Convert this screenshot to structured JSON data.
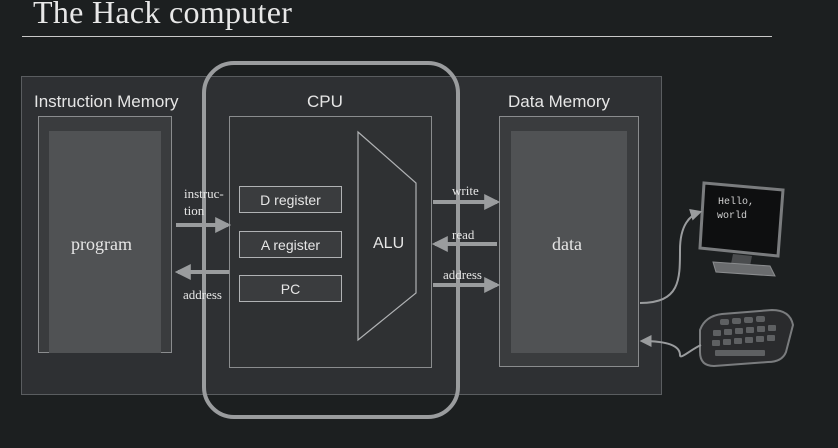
{
  "title": "The Hack computer",
  "instruction_memory": {
    "label": "Instruction Memory",
    "content": "program"
  },
  "cpu": {
    "label": "CPU",
    "registers": [
      "D register",
      "A register",
      "PC"
    ],
    "alu": "ALU"
  },
  "data_memory": {
    "label": "Data Memory",
    "content": "data"
  },
  "signals": {
    "instruction_line1": "instruc-",
    "instruction_line2": "tion",
    "address_left": "address",
    "write": "write",
    "read": "read",
    "address_right": "address"
  },
  "screen_text_line1": "Hello,",
  "screen_text_line2": "world",
  "colors": {
    "background": "#1c1f20",
    "panel": "#2e3033",
    "arrow": "#9a9c9e"
  },
  "icons": [
    "monitor-icon",
    "keyboard-icon"
  ]
}
